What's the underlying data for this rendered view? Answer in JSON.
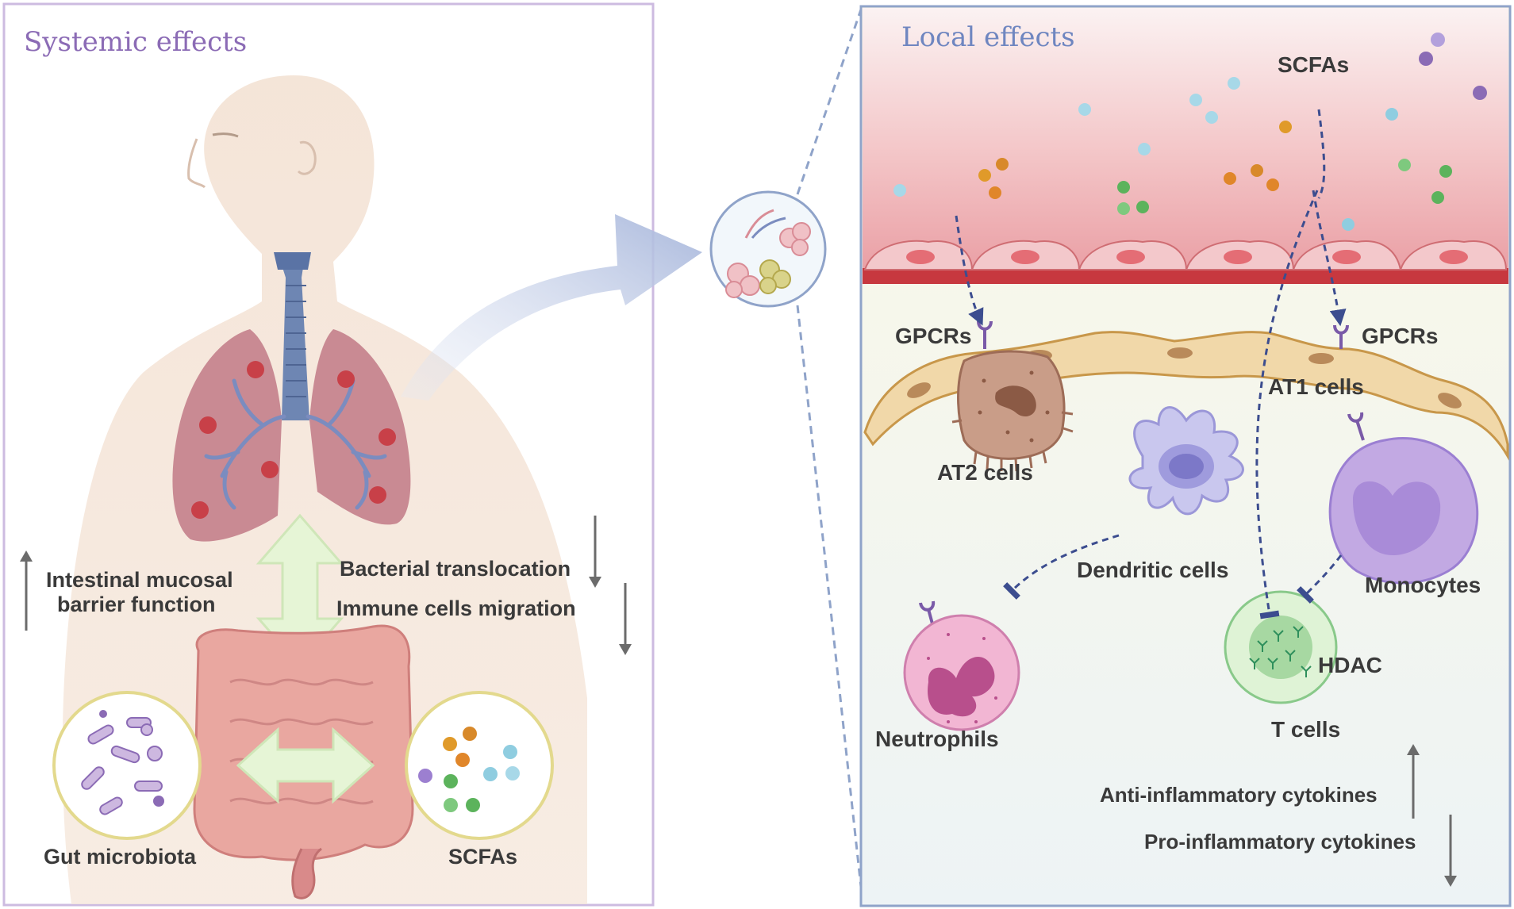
{
  "left_panel": {
    "title": "Systemic effects",
    "up_label": [
      "Intestinal mucosal",
      "barrier function"
    ],
    "down_label_1": "Bacterial translocation",
    "down_label_2": "Immune cells migration",
    "gut_microbiota_label": "Gut microbiota",
    "scfas_label": "SCFAs"
  },
  "right_panel": {
    "title": "Local effects",
    "scfas_label": "SCFAs",
    "gpcrs_left_label": "GPCRs",
    "gpcrs_right_label": "GPCRs",
    "at1_label": "AT1 cells",
    "at2_label": "AT2 cells",
    "dendritic_label": "Dendritic cells",
    "monocytes_label": "Monocytes",
    "neutrophils_label": "Neutrophils",
    "hdac_label": "HDAC",
    "tcells_label": "T cells",
    "anti_label": "Anti-inflammatory cytokines",
    "pro_label": "Pro-inflammatory cytokines"
  },
  "colors": {
    "left_title": "#8b6bb5",
    "right_title": "#6f86c0",
    "panel_left_border": "#c9b6de",
    "panel_right_border": "#8fa3c9",
    "lung": "#c98a93",
    "blood_vessel": "#e8a6ad",
    "arrow_blue": "#aebbdb",
    "green_arrow": "#e4f3d4"
  }
}
